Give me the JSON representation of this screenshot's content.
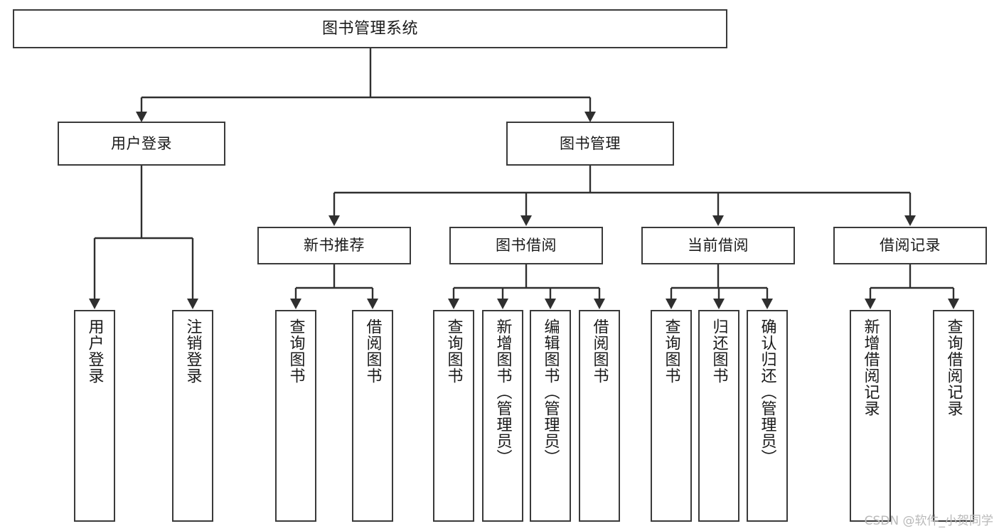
{
  "diagram": {
    "title": "图书管理系统",
    "type": "hierarchy-tree",
    "orientation": "top-down",
    "box_fill": "#ffffff",
    "box_stroke": "#3a3a3a",
    "connector_color": "#2f2f2f",
    "background": "#ffffff"
  },
  "watermark": {
    "text": "CSDN @软件_小贺同学",
    "color": "#b9b9b9"
  },
  "nodes": {
    "root": {
      "label": "图书管理系统",
      "level": 1,
      "text_orientation": "horizontal"
    },
    "user_login": {
      "label": "用户登录",
      "level": 2,
      "text_orientation": "horizontal"
    },
    "book_manage": {
      "label": "图书管理",
      "level": 2,
      "text_orientation": "horizontal"
    },
    "new_book_rec": {
      "label": "新书推荐",
      "level": 3,
      "text_orientation": "horizontal"
    },
    "book_borrow": {
      "label": "图书借阅",
      "level": 3,
      "text_orientation": "horizontal"
    },
    "current_borrow": {
      "label": "当前借阅",
      "level": 3,
      "text_orientation": "horizontal"
    },
    "borrow_record": {
      "label": "借阅记录",
      "level": 3,
      "text_orientation": "horizontal"
    },
    "leaf_user_login": {
      "label": "用户登录",
      "level": 3,
      "text_orientation": "vertical"
    },
    "leaf_logout": {
      "label": "注销登录",
      "level": 3,
      "text_orientation": "vertical"
    },
    "leaf_query_book_1": {
      "label": "查询图书",
      "level": 4,
      "text_orientation": "vertical"
    },
    "leaf_borrow_book_1": {
      "label": "借阅图书",
      "level": 4,
      "text_orientation": "vertical"
    },
    "leaf_query_book_2": {
      "label": "查询图书",
      "level": 4,
      "text_orientation": "vertical"
    },
    "leaf_add_book": {
      "label": "新增图书（管理员）",
      "level": 4,
      "text_orientation": "vertical"
    },
    "leaf_edit_book": {
      "label": "编辑图书（管理员）",
      "level": 4,
      "text_orientation": "vertical"
    },
    "leaf_borrow_book_2": {
      "label": "借阅图书",
      "level": 4,
      "text_orientation": "vertical"
    },
    "leaf_query_book_3": {
      "label": "查询图书",
      "level": 4,
      "text_orientation": "vertical"
    },
    "leaf_return_book": {
      "label": "归还图书",
      "level": 4,
      "text_orientation": "vertical"
    },
    "leaf_confirm_return": {
      "label": "确认归还（管理员）",
      "level": 4,
      "text_orientation": "vertical"
    },
    "leaf_add_record": {
      "label": "新增借阅记录",
      "level": 4,
      "text_orientation": "vertical"
    },
    "leaf_query_record": {
      "label": "查询借阅记录",
      "level": 4,
      "text_orientation": "vertical"
    }
  },
  "tree": {
    "root": "图书管理系统",
    "children": [
      {
        "label": "用户登录",
        "children": [
          {
            "label": "用户登录",
            "children": []
          },
          {
            "label": "注销登录",
            "children": []
          }
        ]
      },
      {
        "label": "图书管理",
        "children": [
          {
            "label": "新书推荐",
            "children": [
              {
                "label": "查询图书",
                "children": []
              },
              {
                "label": "借阅图书",
                "children": []
              }
            ]
          },
          {
            "label": "图书借阅",
            "children": [
              {
                "label": "查询图书",
                "children": []
              },
              {
                "label": "新增图书（管理员）",
                "children": []
              },
              {
                "label": "编辑图书（管理员）",
                "children": []
              },
              {
                "label": "借阅图书",
                "children": []
              }
            ]
          },
          {
            "label": "当前借阅",
            "children": [
              {
                "label": "查询图书",
                "children": []
              },
              {
                "label": "归还图书",
                "children": []
              },
              {
                "label": "确认归还（管理员）",
                "children": []
              }
            ]
          },
          {
            "label": "借阅记录",
            "children": [
              {
                "label": "新增借阅记录",
                "children": []
              },
              {
                "label": "查询借阅记录",
                "children": []
              }
            ]
          }
        ]
      }
    ]
  }
}
